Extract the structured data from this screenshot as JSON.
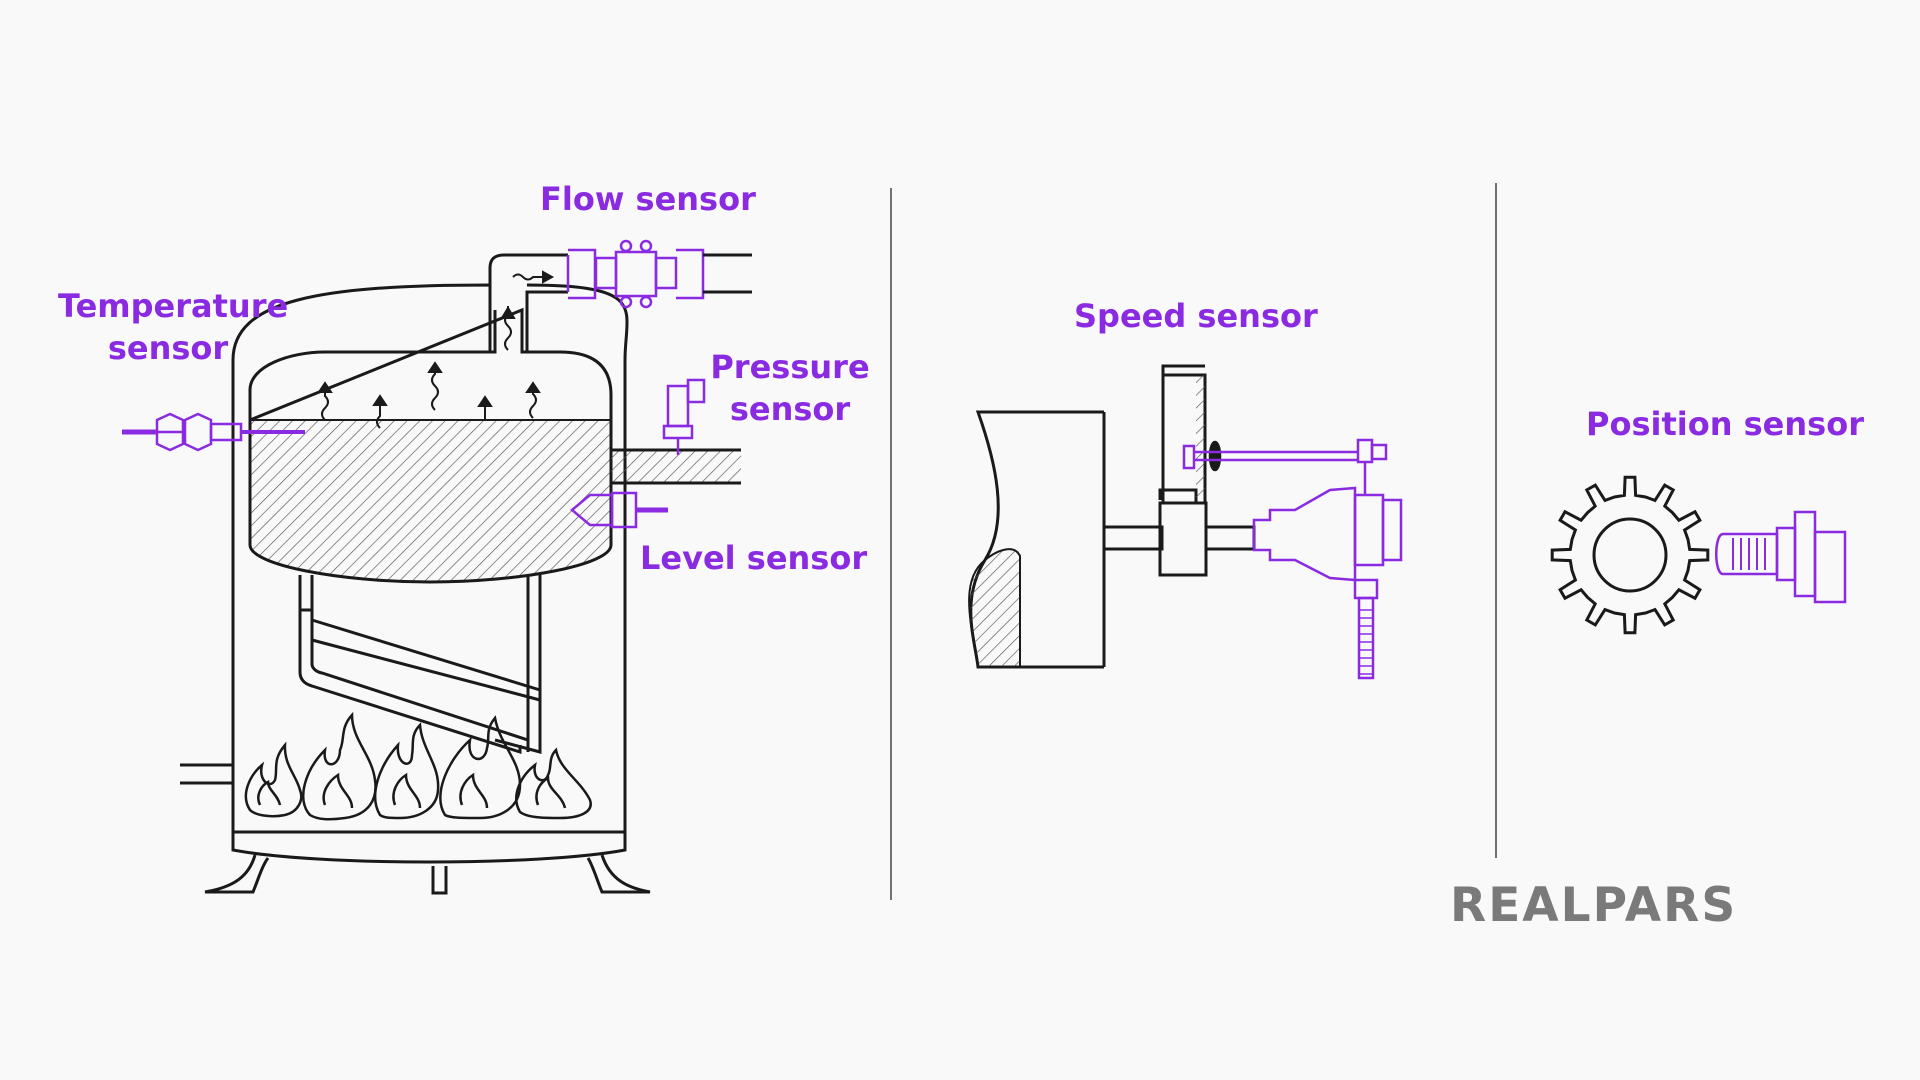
{
  "labels": {
    "flow": "Flow sensor",
    "temperature_1": "Temperature",
    "temperature_2": "sensor",
    "pressure_1": "Pressure",
    "pressure_2": "sensor",
    "level": "Level sensor",
    "speed": "Speed sensor",
    "position": "Position sensor"
  },
  "logo": "REALPARS",
  "colors": {
    "accent": "#8a2be2",
    "line": "#1a1a1a",
    "background": "#f9f9f9",
    "logo": "#7a7a7a"
  }
}
